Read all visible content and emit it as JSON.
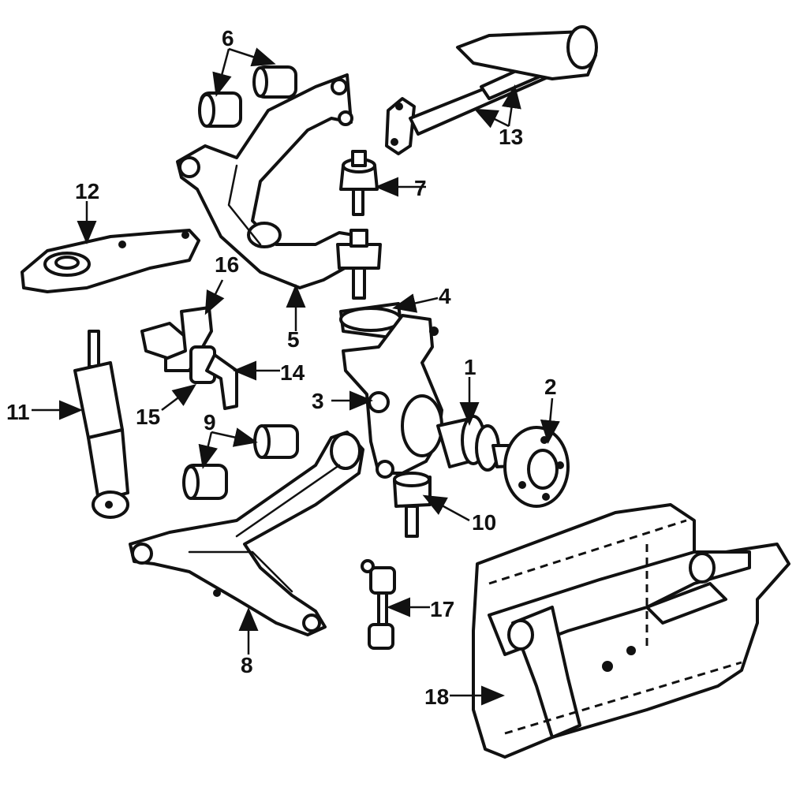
{
  "diagram": {
    "callouts": [
      {
        "id": "callout-1",
        "text": "1"
      },
      {
        "id": "callout-2",
        "text": "2"
      },
      {
        "id": "callout-3",
        "text": "3"
      },
      {
        "id": "callout-4",
        "text": "4"
      },
      {
        "id": "callout-5",
        "text": "5"
      },
      {
        "id": "callout-6",
        "text": "6"
      },
      {
        "id": "callout-7",
        "text": "7"
      },
      {
        "id": "callout-8",
        "text": "8"
      },
      {
        "id": "callout-9",
        "text": "9"
      },
      {
        "id": "callout-10",
        "text": "10"
      },
      {
        "id": "callout-11",
        "text": "11"
      },
      {
        "id": "callout-12",
        "text": "12"
      },
      {
        "id": "callout-13",
        "text": "13"
      },
      {
        "id": "callout-14",
        "text": "14"
      },
      {
        "id": "callout-15",
        "text": "15"
      },
      {
        "id": "callout-16",
        "text": "16"
      },
      {
        "id": "callout-17",
        "text": "17"
      },
      {
        "id": "callout-18",
        "text": "18"
      }
    ]
  }
}
